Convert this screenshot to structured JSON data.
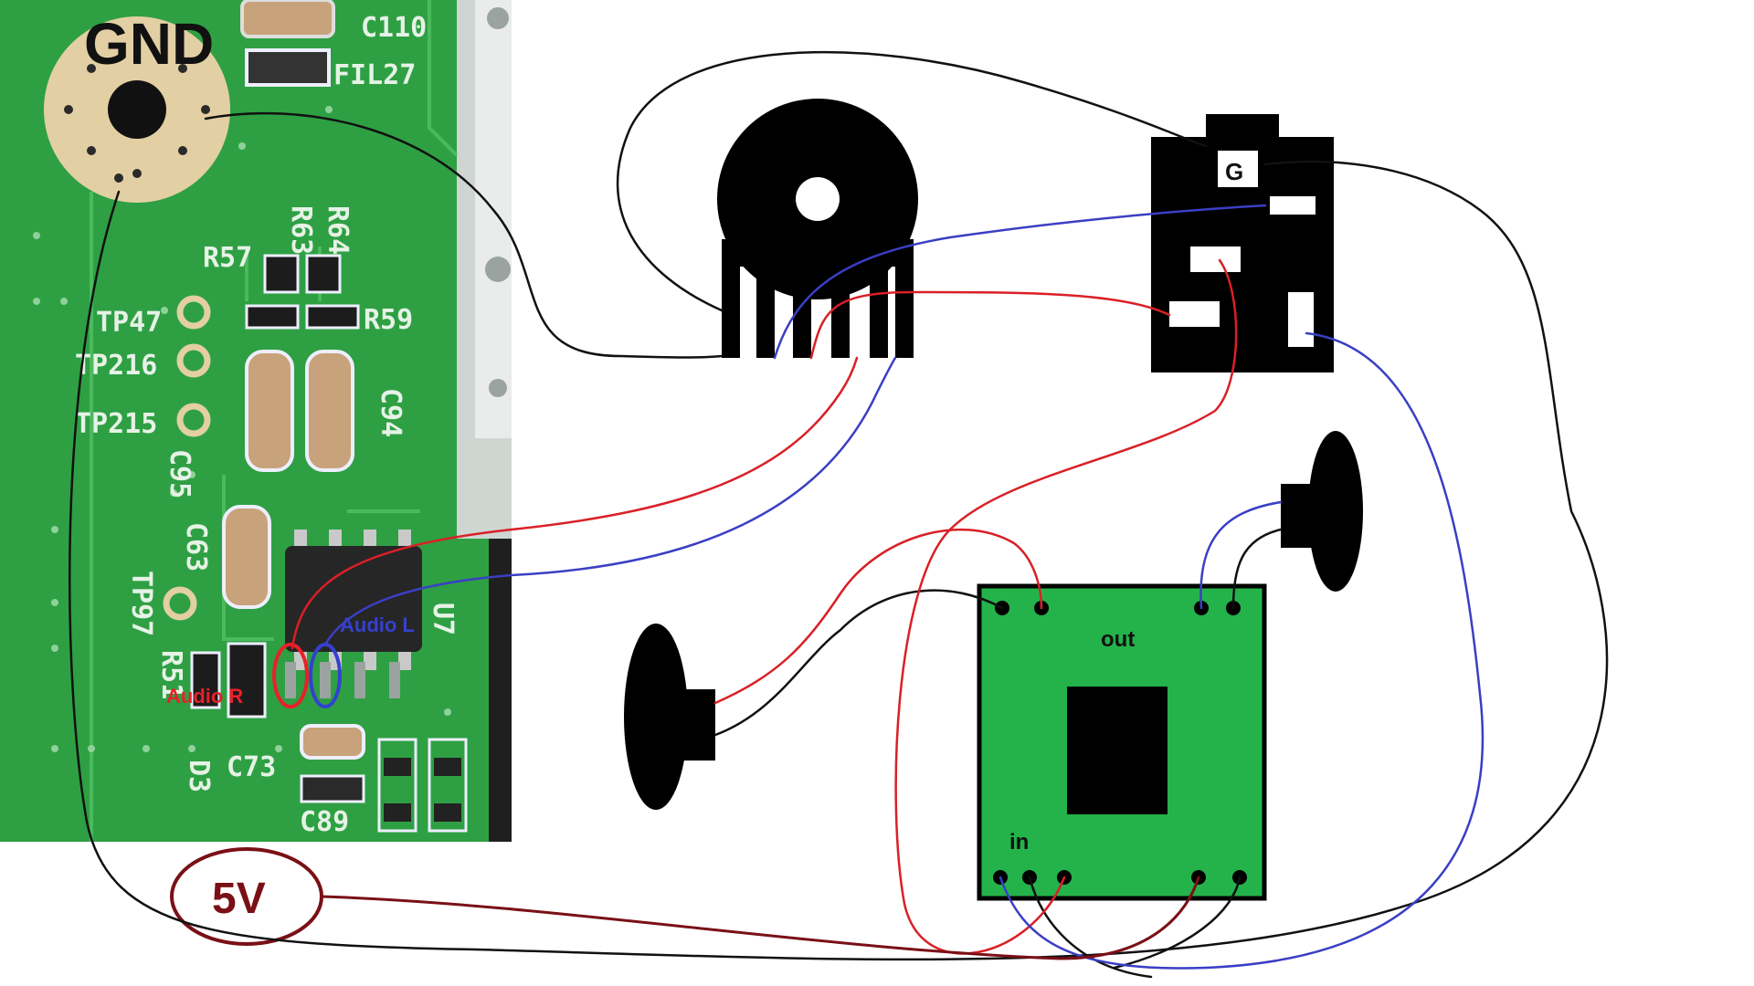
{
  "labels": {
    "gnd": "GND",
    "v5": "5V",
    "audio_r": "Audio R",
    "audio_l": "Audio L",
    "jack_g": "G",
    "amp_out": "out",
    "amp_in": "in"
  },
  "silkscreen": {
    "c110": "C110",
    "fil27": "FIL27",
    "r63": "R63",
    "r64": "R64",
    "r57": "R57",
    "r59": "R59",
    "tp47": "TP47",
    "tp216": "TP216",
    "tp215": "TP215",
    "c94": "C94",
    "c95": "C95",
    "c63": "C63",
    "tp97": "TP97",
    "u7": "U7",
    "r51": "R51",
    "c73": "C73",
    "d3": "D3",
    "c89": "C89"
  },
  "colors": {
    "pcb": "#2ea043",
    "amp_board": "#24b34b",
    "wire_black": "#111111",
    "wire_red": "#d92027",
    "wire_blue": "#3a3fc4",
    "wire_5v": "#7a1016",
    "audio_r": "#e8202a",
    "audio_l": "#3540d0"
  },
  "icons": [
    "potentiometer-icon",
    "audio-jack-icon",
    "speaker-left-icon",
    "speaker-right-icon",
    "amplifier-chip-icon"
  ]
}
